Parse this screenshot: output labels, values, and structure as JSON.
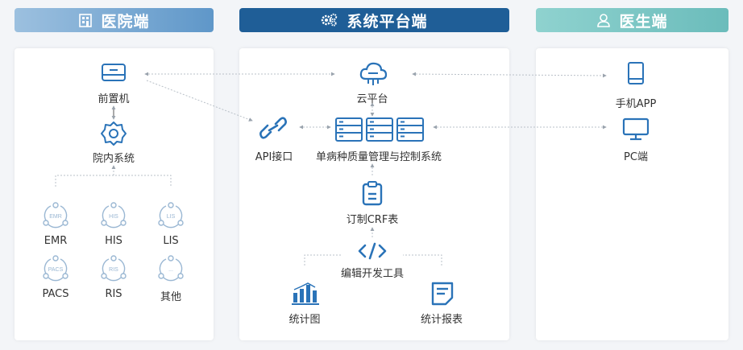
{
  "columns": {
    "hospital": {
      "title": "医院端",
      "icon": "hospital-building-icon"
    },
    "platform": {
      "title": "系统平台端",
      "icon": "gears-icon"
    },
    "doctor": {
      "title": "医生端",
      "icon": "doctor-icon"
    }
  },
  "hospital_nodes": {
    "front_machine": "前置机",
    "internal_system": "院内系统",
    "systems": [
      "EMR",
      "HIS",
      "LIS",
      "PACS",
      "RIS",
      "其他"
    ],
    "system_badges": [
      "EMR",
      "HIS",
      "LIS",
      "PACS",
      "RIS",
      "..."
    ]
  },
  "platform_nodes": {
    "cloud": "云平台",
    "api": "API接口",
    "control_system": "单病种质量管理与控制系统",
    "crf": "订制CRF表",
    "editor": "编辑开发工具",
    "stats_chart": "统计图",
    "stats_report": "统计报表"
  },
  "doctor_nodes": {
    "mobile_app": "手机APP",
    "pc": "PC端"
  },
  "colors": {
    "primary": "#1f5e97",
    "hospital_header": "#5f97c9",
    "doctor_header": "#6bbcbb",
    "icon_blue": "#2a73b8",
    "icon_light": "#9ab7d3"
  }
}
